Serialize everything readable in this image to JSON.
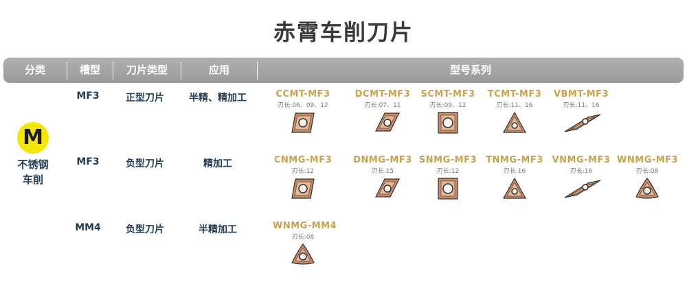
{
  "title": "赤霄车削刀片",
  "header": {
    "category": "分类",
    "groove": "槽型",
    "insert_type": "刀片类型",
    "application": "应用",
    "series": "型号系列"
  },
  "category": {
    "badge": "M",
    "line1": "不锈钢",
    "line2": "车削"
  },
  "rows": [
    {
      "groove": "MF3",
      "type": "正型刀片",
      "application": "半精、精加工",
      "inserts": [
        {
          "name": "CCMT-MF3",
          "length": "刃长:06、09、12",
          "shape": "c-diamond"
        },
        {
          "name": "DCMT-MF3",
          "length": "刃长:07、11",
          "shape": "d-diamond"
        },
        {
          "name": "SCMT-MF3",
          "length": "刃长:09、12",
          "shape": "square"
        },
        {
          "name": "TCMT-MF3",
          "length": "刃长:11、16",
          "shape": "triangle"
        },
        {
          "name": "VBMT-MF3",
          "length": "刃长:11、16",
          "shape": "v-diamond"
        }
      ]
    },
    {
      "groove": "MF3",
      "type": "负型刀片",
      "application": "精加工",
      "inserts": [
        {
          "name": "CNMG-MF3",
          "length": "刃长:12",
          "shape": "c-diamond"
        },
        {
          "name": "DNMG-MF3",
          "length": "刃长:15",
          "shape": "d-diamond"
        },
        {
          "name": "SNMG-MF3",
          "length": "刃长:12",
          "shape": "square"
        },
        {
          "name": "TNMG-MF3",
          "length": "刃长:16",
          "shape": "triangle"
        },
        {
          "name": "VNMG-MF3",
          "length": "刃长:16",
          "shape": "v-diamond"
        },
        {
          "name": "WNMG-MF3",
          "length": "刃长:08",
          "shape": "trigon"
        }
      ]
    },
    {
      "groove": "MM4",
      "type": "负型刀片",
      "application": "半精加工",
      "inserts": [
        {
          "name": "WNMG-MM4",
          "length": "刃长:08",
          "shape": "trigon"
        }
      ]
    }
  ],
  "colors": {
    "header": "#a6a6a6",
    "badge": "#f4e800",
    "model_name": "#caa24a",
    "body_text": "#1f3c55",
    "insert_fill": "#c98a66"
  }
}
